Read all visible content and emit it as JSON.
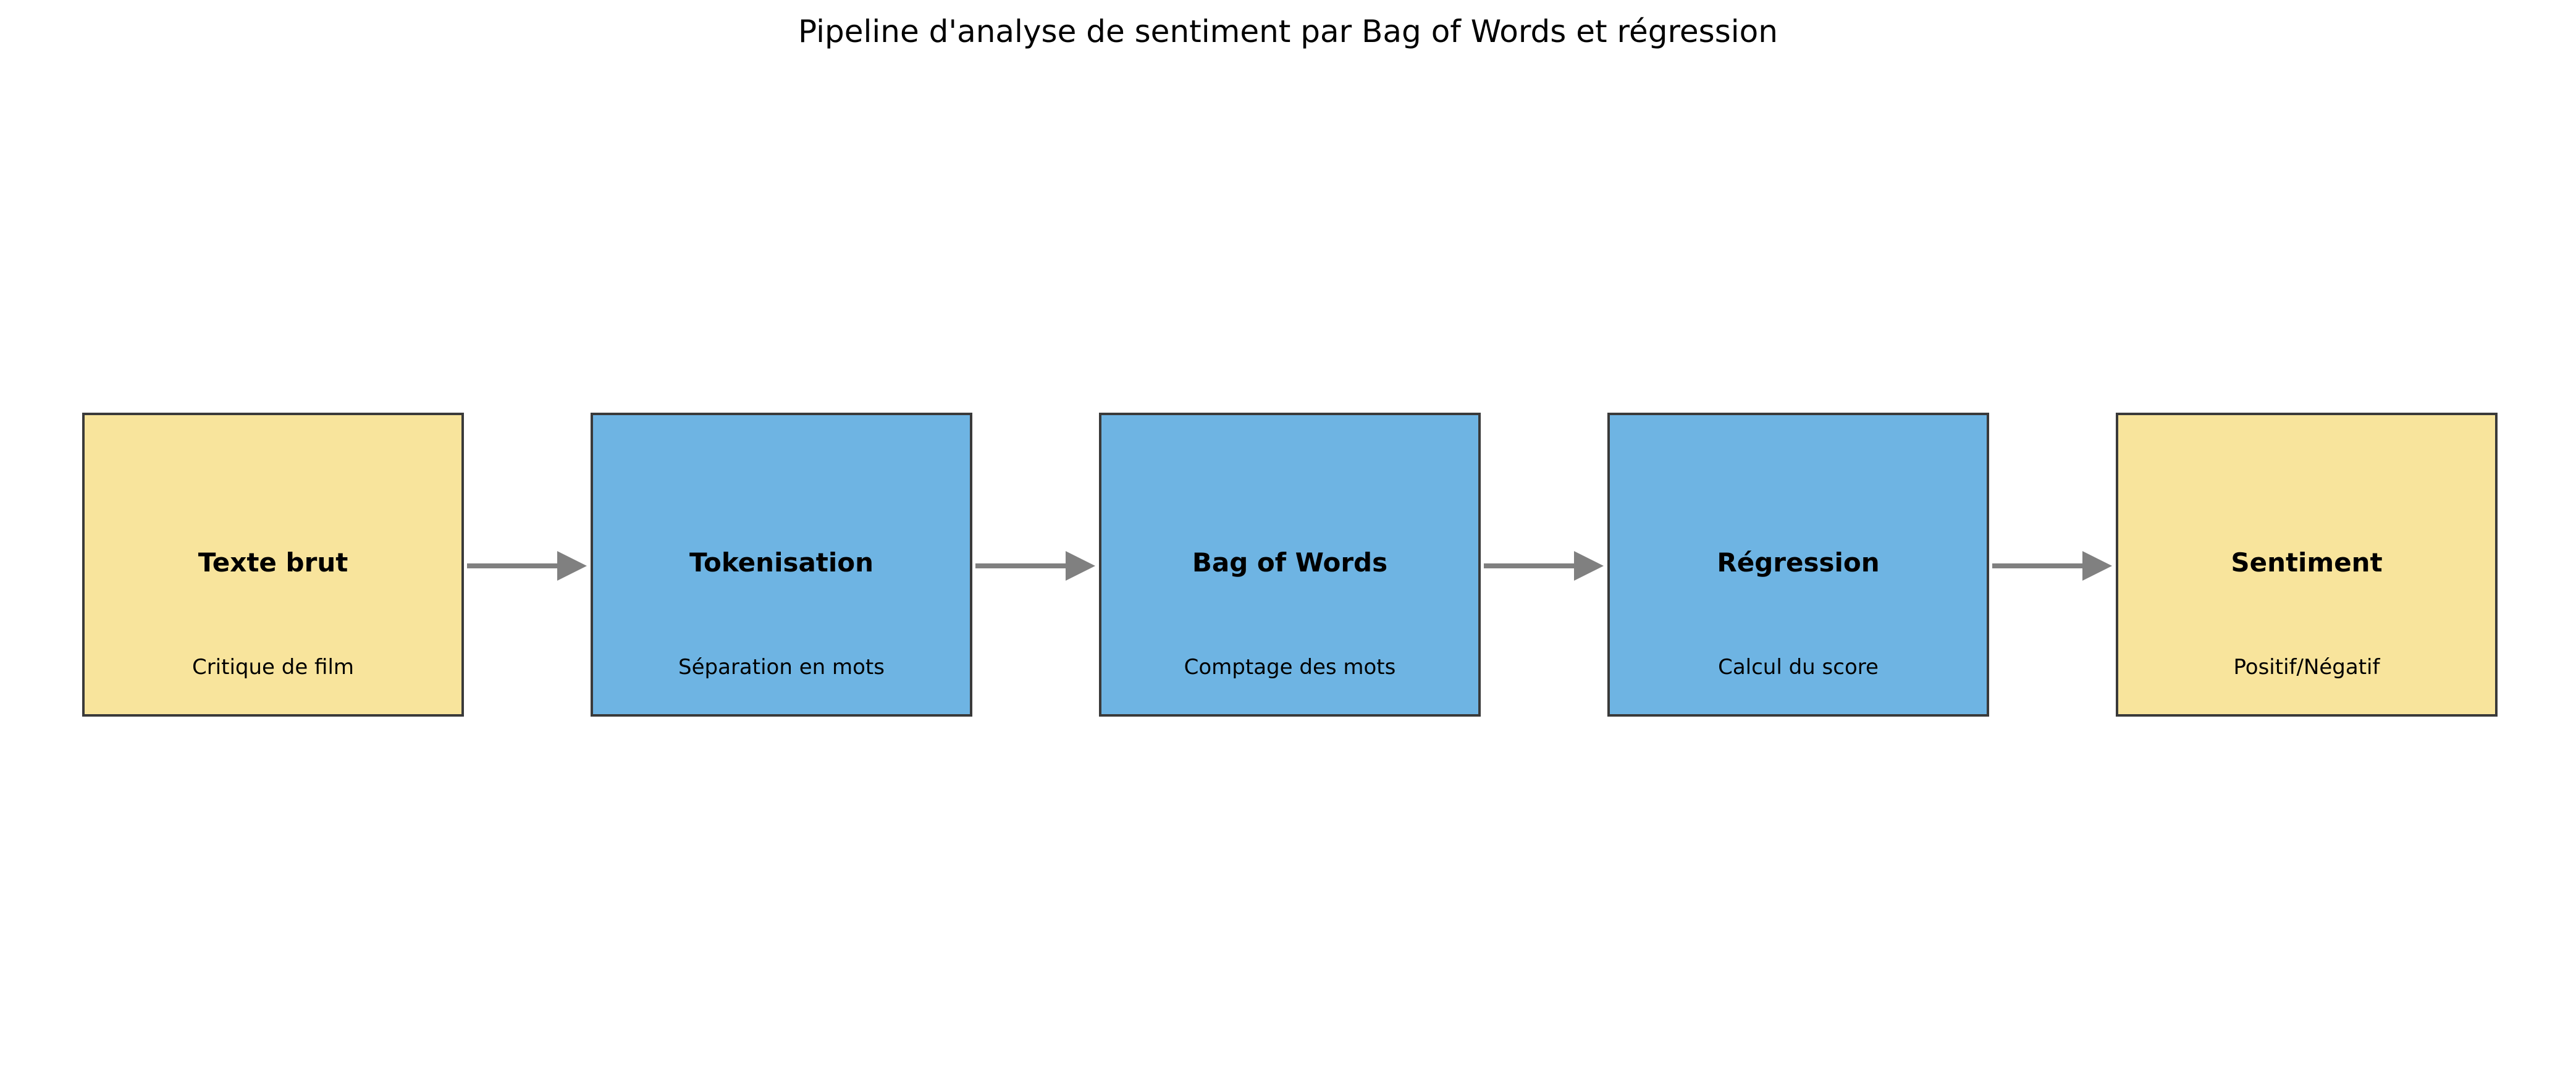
{
  "title": "Pipeline d'analyse de sentiment par Bag of Words et régression",
  "colors": {
    "io_fill": "#f8e49c",
    "process_fill": "#6eb4e3",
    "border": "#3a3a3a",
    "arrow": "#808080"
  },
  "nodes": [
    {
      "label": "Texte brut",
      "sublabel": "Critique de film",
      "kind": "io"
    },
    {
      "label": "Tokenisation",
      "sublabel": "Séparation en mots",
      "kind": "process"
    },
    {
      "label": "Bag of Words",
      "sublabel": "Comptage des mots",
      "kind": "process"
    },
    {
      "label": "Régression",
      "sublabel": "Calcul du score",
      "kind": "process"
    },
    {
      "label": "Sentiment",
      "sublabel": "Positif/Négatif",
      "kind": "io"
    }
  ],
  "edges": [
    {
      "from": 0,
      "to": 1
    },
    {
      "from": 1,
      "to": 2
    },
    {
      "from": 2,
      "to": 3
    },
    {
      "from": 3,
      "to": 4
    }
  ]
}
